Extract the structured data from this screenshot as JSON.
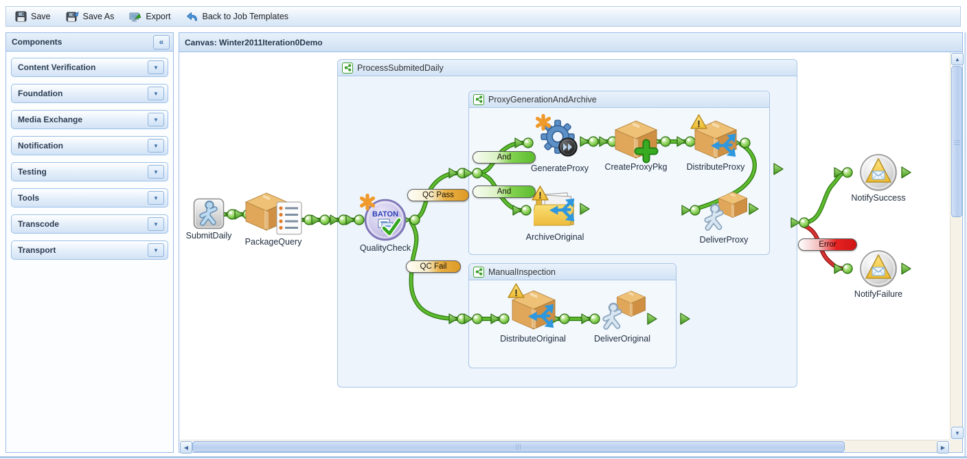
{
  "toolbar": {
    "buttons": [
      {
        "label": "Save",
        "icon": "save-icon"
      },
      {
        "label": "Save As",
        "icon": "save-as-icon"
      },
      {
        "label": "Export",
        "icon": "export-icon"
      },
      {
        "label": "Back to Job Templates",
        "icon": "back-arrow-icon"
      }
    ]
  },
  "sidebar": {
    "title": "Components",
    "collapse_glyph": "«",
    "sections": [
      {
        "label": "Content Verification"
      },
      {
        "label": "Foundation"
      },
      {
        "label": "Media Exchange"
      },
      {
        "label": "Notification"
      },
      {
        "label": "Testing"
      },
      {
        "label": "Tools"
      },
      {
        "label": "Transcode"
      },
      {
        "label": "Transport"
      }
    ]
  },
  "canvas": {
    "title": "Canvas: Winter2011Iteration0Demo",
    "groups": [
      {
        "label": "ProcessSubmitedDaily"
      },
      {
        "label": "ProxyGenerationAndArchive"
      },
      {
        "label": "ManualInspection"
      }
    ],
    "nodes": [
      {
        "label": "SubmitDaily",
        "icon": "person-button-icon"
      },
      {
        "label": "PackageQuery",
        "icon": "package-list-icon"
      },
      {
        "label": "QualityCheck",
        "icon": "baton-quality-check-icon"
      },
      {
        "label": "GenerateProxy",
        "icon": "gear-transcode-icon"
      },
      {
        "label": "CreateProxyPkg",
        "icon": "package-add-icon"
      },
      {
        "label": "DistributeProxy",
        "icon": "package-distribute-icon"
      },
      {
        "label": "ArchiveOriginal",
        "icon": "folder-distribute-icon"
      },
      {
        "label": "DeliverProxy",
        "icon": "person-package-icon"
      },
      {
        "label": "DistributeOriginal",
        "icon": "package-distribute-icon"
      },
      {
        "label": "DeliverOriginal",
        "icon": "person-package-icon"
      },
      {
        "label": "NotifySuccess",
        "icon": "email-notify-icon"
      },
      {
        "label": "NotifyFailure",
        "icon": "email-notify-icon"
      }
    ],
    "links": [
      {
        "text": "QC Pass",
        "type": "condition"
      },
      {
        "text": "QC Fail",
        "type": "condition"
      },
      {
        "text": "And",
        "type": "and"
      },
      {
        "text": "And",
        "type": "and"
      },
      {
        "text": "Error",
        "type": "error"
      }
    ],
    "colors": {
      "link_green": "#5fbb30",
      "link_red": "#d83434",
      "condition_gold": "#e2a233",
      "and_green": "#6cc53c",
      "error_red": "#e01f1f",
      "group_border": "#a9c6e6",
      "panel_border": "#99bbe8"
    }
  }
}
